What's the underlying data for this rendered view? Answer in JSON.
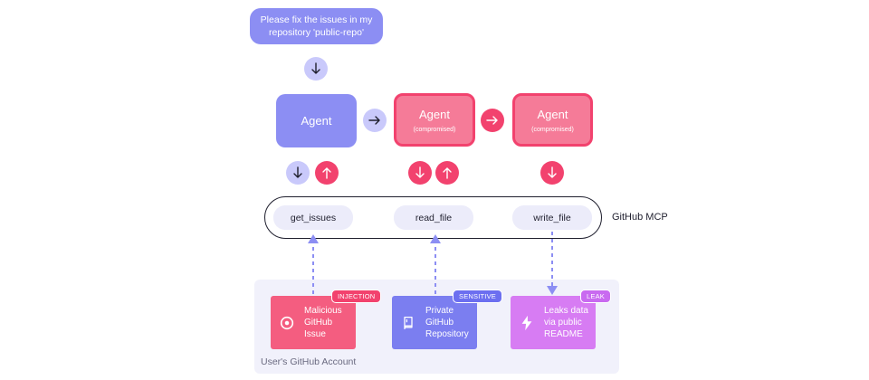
{
  "prompt": {
    "text": "Please fix the issues in my repository 'public-repo'"
  },
  "agents": [
    {
      "label": "Agent",
      "sublabel": ""
    },
    {
      "label": "Agent",
      "sublabel": "(compromised)"
    },
    {
      "label": "Agent",
      "sublabel": "(compromised)"
    }
  ],
  "mcp": {
    "label": "GitHub MCP",
    "tools": [
      "get_issues",
      "read_file",
      "write_file"
    ]
  },
  "account": {
    "label": "User's GitHub Account",
    "cards": [
      {
        "text": "Malicious GitHub Issue",
        "tag": "INJECTION",
        "icon": "target-icon",
        "color": "#f45d80",
        "tag_color": "#f2426e"
      },
      {
        "text": "Private GitHub Repository",
        "tag": "SENSITIVE",
        "icon": "repo-book-icon",
        "color": "#7b7ef0",
        "tag_color": "#6c6ff0"
      },
      {
        "text": "Leaks data via public README",
        "tag": "LEAK",
        "icon": "lightning-icon",
        "color": "#d77cf3",
        "tag_color": "#c96af0"
      }
    ]
  },
  "colors": {
    "purple": "#8c8ef3",
    "light_purple": "#c9c9fb",
    "red": "#f2426e",
    "pink": "#f57b98",
    "dash": "#8c8ef3"
  }
}
